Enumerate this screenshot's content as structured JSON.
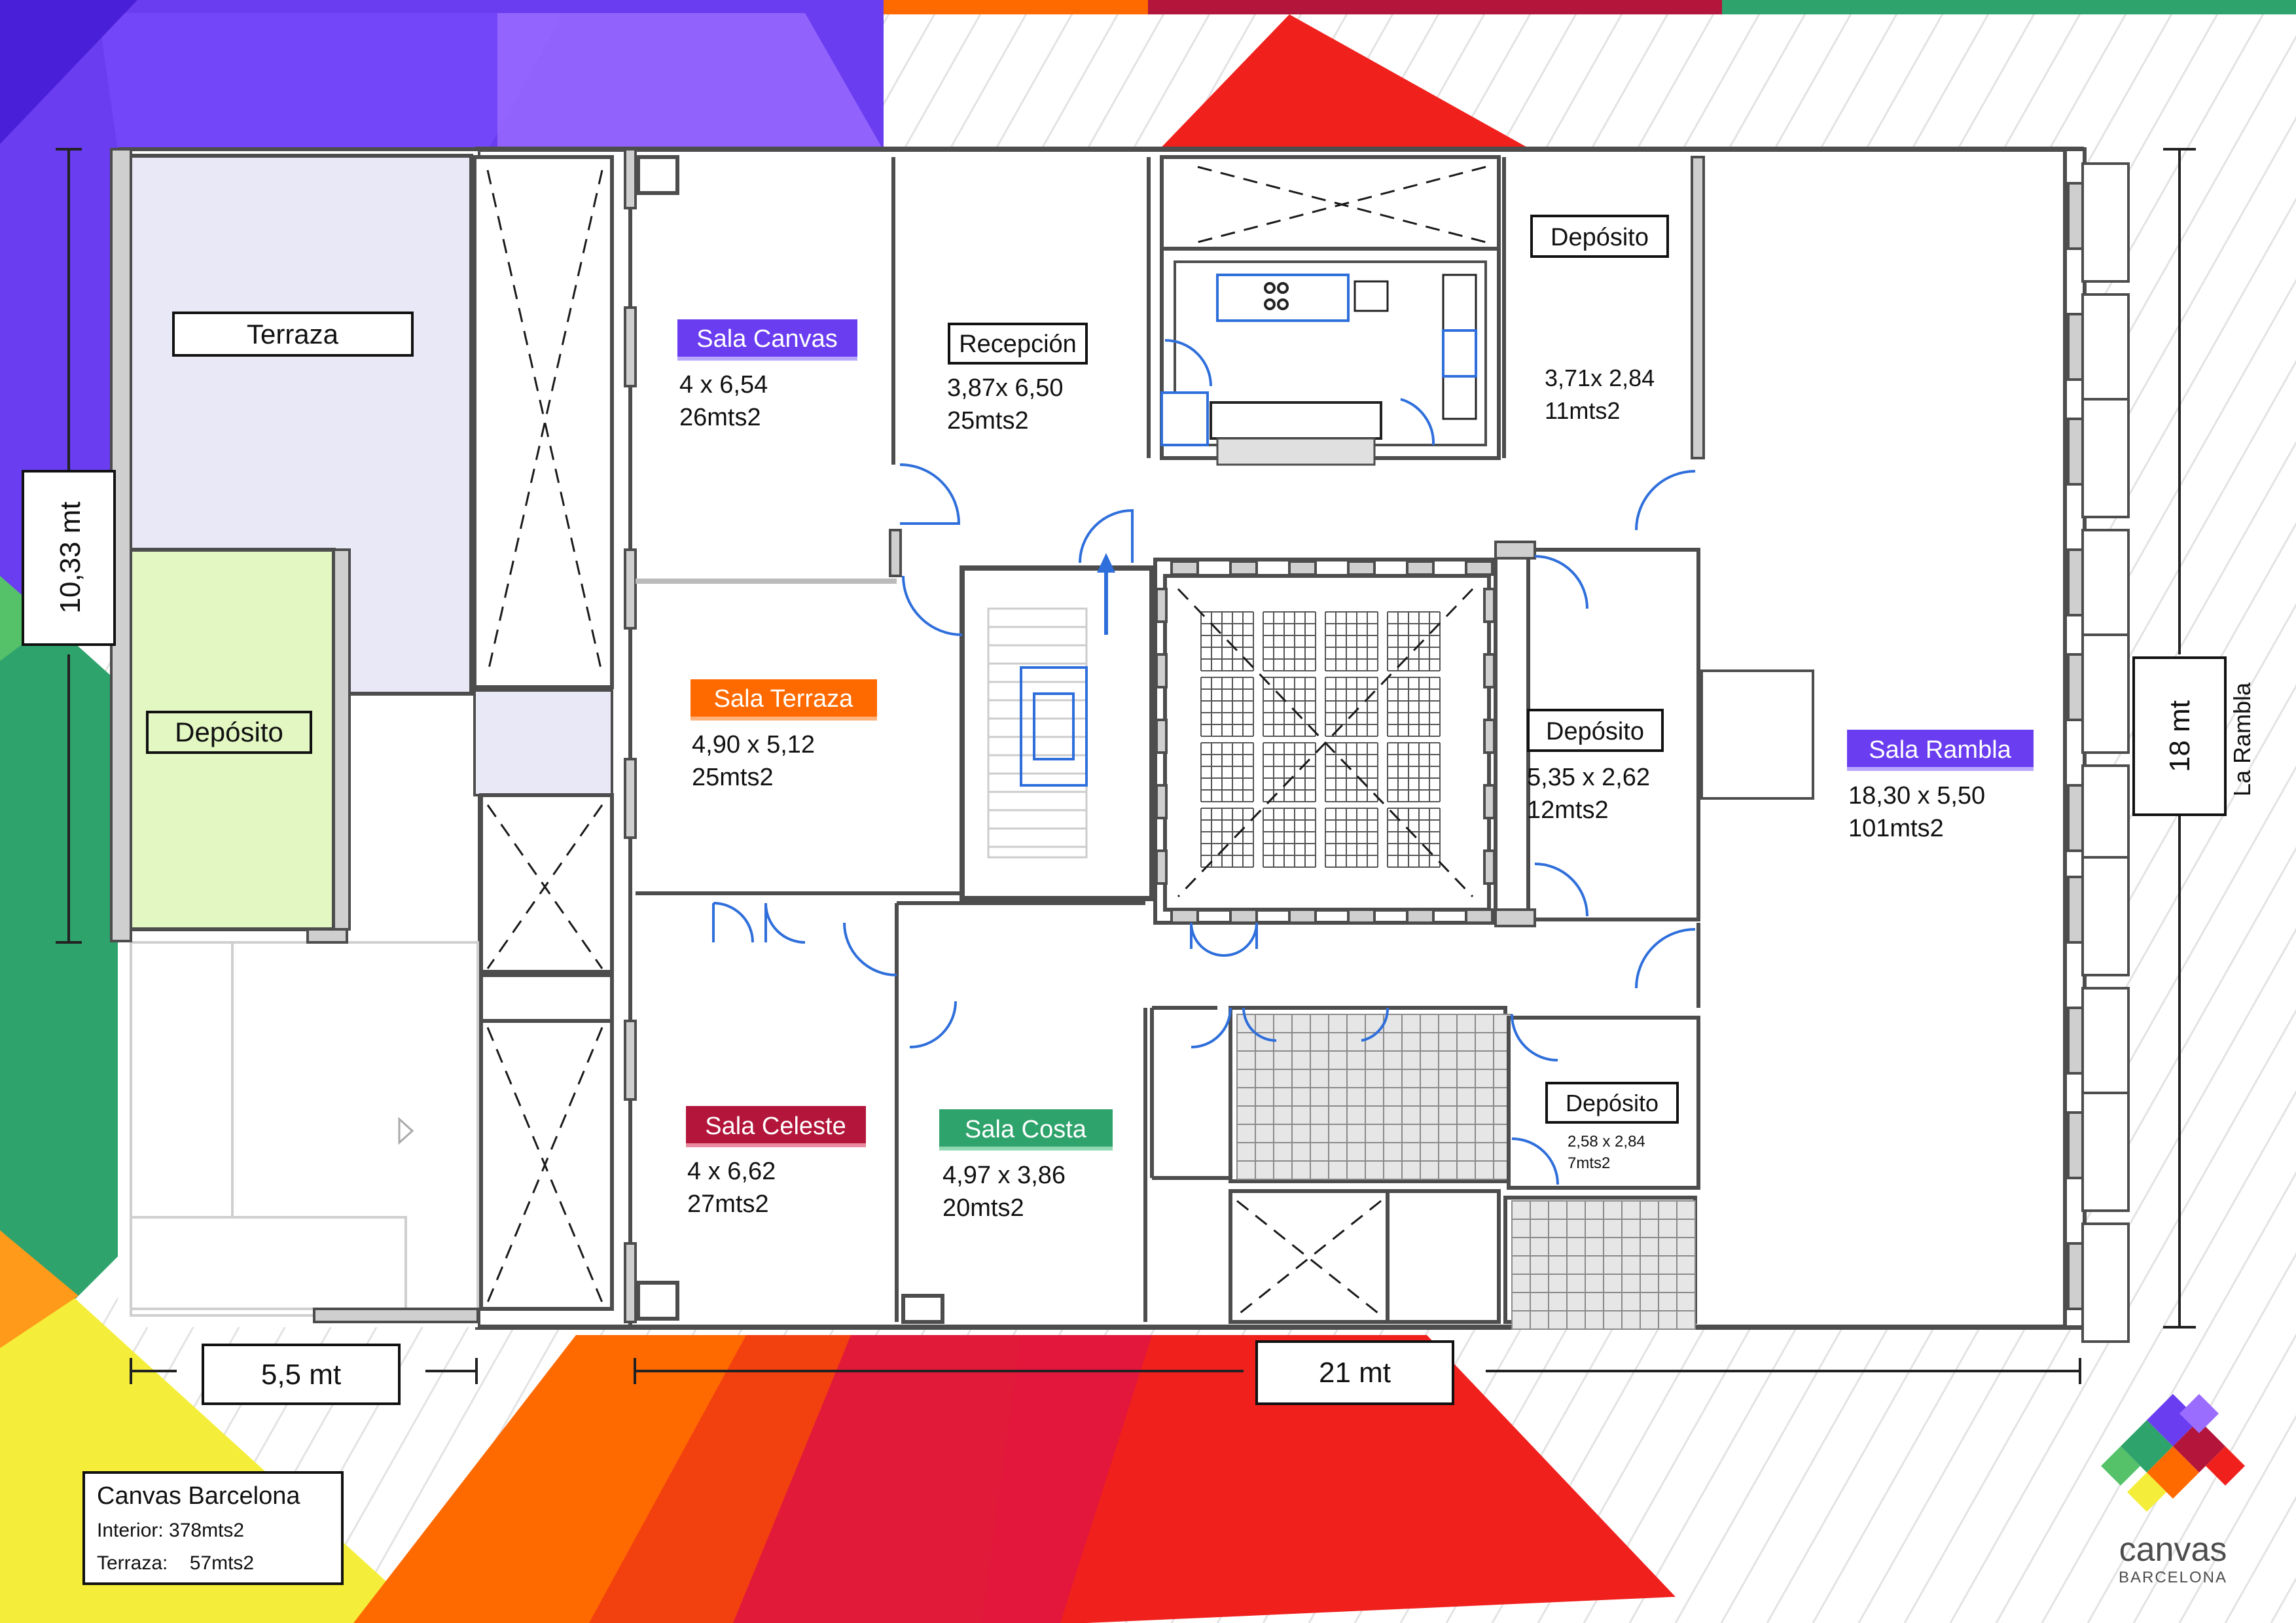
{
  "colors": {
    "purple": "#6a3df0",
    "orange": "#ff6a00",
    "crimson": "#b3163a",
    "green": "#2ea36b",
    "yellow": "#f4ee3a",
    "red": "#f0201d",
    "terraza_fill": "#e9e8f6",
    "deposito_fill": "#e2f7c2"
  },
  "rooms": {
    "terraza": {
      "name": "Terraza"
    },
    "deposito_left": {
      "name": "Depósito"
    },
    "sala_canvas": {
      "name": "Sala Canvas",
      "dims": "4 x 6,54",
      "area": "26mts2"
    },
    "recepcion": {
      "name": "Recepción",
      "dims": "3,87x 6,50",
      "area": "25mts2"
    },
    "deposito_top": {
      "name": "Depósito",
      "dims": "3,71x 2,84",
      "area": "11mts2"
    },
    "sala_terraza": {
      "name": "Sala Terraza",
      "dims": "4,90 x 5,12",
      "area": "25mts2"
    },
    "deposito_mid": {
      "name": "Depósito",
      "dims": "5,35 x 2,62",
      "area": "12mts2"
    },
    "sala_rambla": {
      "name": "Sala Rambla",
      "dims": "18,30 x 5,50",
      "area": "101mts2"
    },
    "sala_celeste": {
      "name": "Sala Celeste",
      "dims": "4 x 6,62",
      "area": "27mts2"
    },
    "sala_costa": {
      "name": "Sala Costa",
      "dims": "4,97 x 3,86",
      "area": "20mts2"
    },
    "deposito_small": {
      "name": "Depósito",
      "dims": "2,58 x 2,84",
      "area": "7mts2"
    }
  },
  "dimensions": {
    "left_height": "10,33 mt",
    "right_height": "18 mt",
    "bottom_left_width": "5,5 mt",
    "bottom_width": "21 mt"
  },
  "street": "La Rambla",
  "legend": {
    "title": "Canvas Barcelona",
    "interior": "Interior: 378mts2",
    "terraza": "Terraza:    57mts2"
  },
  "logo": {
    "name": "canvas",
    "sub": "BARCELONA"
  }
}
